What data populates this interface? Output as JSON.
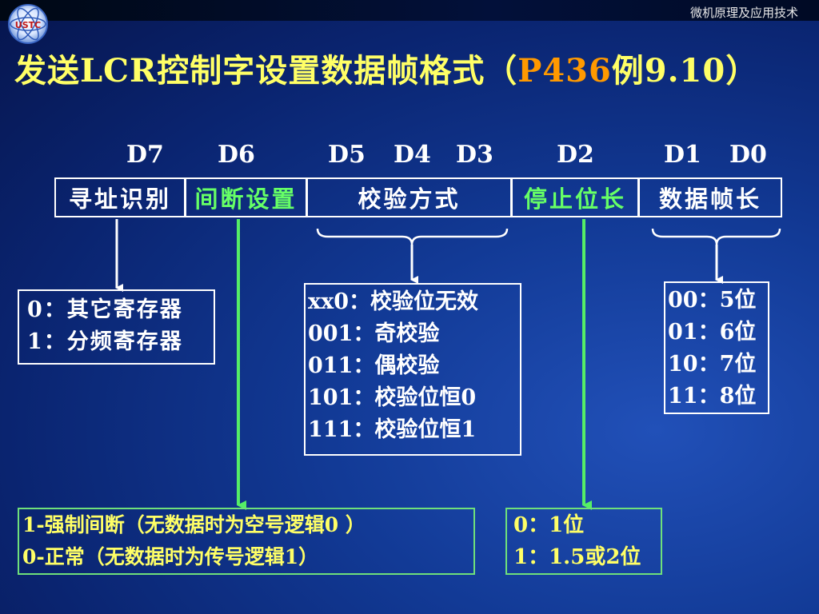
{
  "header": {
    "course": "微机原理及应用技术"
  },
  "title": {
    "main": "发送LCR控制字设置数据帧格式（",
    "ref": "P436",
    "example": "例9.10）"
  },
  "bit_labels": [
    "D7",
    "D6",
    "D5",
    "D4",
    "D3",
    "D2",
    "D1",
    "D0"
  ],
  "register_fields": [
    "寻址识别",
    "间断设置",
    "校验方式",
    "停止位长",
    "数据帧长"
  ],
  "addr_box": {
    "lines": [
      "0：其它寄存器",
      "1：分频寄存器"
    ]
  },
  "parity_box": {
    "lines": [
      "xx0：校验位无效",
      "001：奇校验",
      "011：偶校验",
      "101：校验位恒0",
      "111：校验位恒1"
    ]
  },
  "frame_box": {
    "lines": [
      "00：5位",
      "01：6位",
      "10：7位",
      "11：8位"
    ]
  },
  "break_box": {
    "lines": [
      "1-强制间断（无数据时为空号逻辑0 ）",
      "0-正常（无数据时为传号逻辑1）"
    ]
  },
  "stop_box": {
    "lines": [
      "0：1位",
      "1：1.5或2位"
    ]
  },
  "colors": {
    "title": "#ffff66",
    "ref": "#ff9900",
    "green": "#66ff66",
    "background": "#0a2470"
  },
  "logo": {
    "text": "USTC"
  }
}
